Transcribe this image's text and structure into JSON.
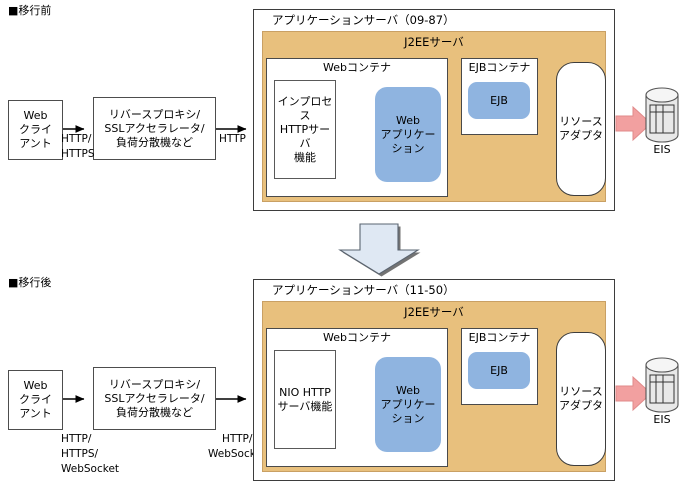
{
  "meta": {
    "colors": {
      "j2ee_orange": "#e8c07d",
      "app_blue": "#8fb4e0",
      "arrow_yellow": "#f2edc8",
      "arrow_pink": "#f2a0a0",
      "migration_arrow": "#dde7f2",
      "line": "#000000"
    }
  },
  "sections": [
    {
      "id": "before",
      "heading": "■移行前",
      "client": {
        "lines": [
          "Web",
          "クライ",
          "アント"
        ]
      },
      "proxy": {
        "lines": [
          "リバースプロキシ/",
          "SSLアクセラレータ/",
          "負荷分散機など"
        ]
      },
      "link_client_proxy": [
        "HTTP/",
        "HTTPS"
      ],
      "link_proxy_server": [
        "HTTP"
      ],
      "server": {
        "title": "アプリケーションサーバ（09-87）",
        "j2ee_title": "J2EEサーバ",
        "web_container_title": "Webコンテナ",
        "http_server": {
          "lines": [
            "インプロセス",
            "HTTPサーバ",
            "機能"
          ]
        },
        "web_app": {
          "lines": [
            "Web",
            "アプリケー",
            "ション"
          ]
        },
        "ejb_container_title": "EJBコンテナ",
        "ejb": {
          "lines": [
            "EJB"
          ]
        },
        "resource_adapter": {
          "lines": [
            "リソース",
            "アダプタ"
          ]
        }
      },
      "eis": {
        "label": "EIS",
        "icon": "database-cylinder-icon"
      }
    },
    {
      "id": "after",
      "heading": "■移行後",
      "client": {
        "lines": [
          "Web",
          "クライ",
          "アント"
        ]
      },
      "proxy": {
        "lines": [
          "リバースプロキシ/",
          "SSLアクセラレータ/",
          "負荷分散機など"
        ]
      },
      "link_client_proxy": [
        "HTTP/",
        "HTTPS/",
        "WebSocket"
      ],
      "link_proxy_server": [
        "HTTP/",
        "WebSocket"
      ],
      "server": {
        "title": "アプリケーションサーバ（11-50）",
        "j2ee_title": "J2EEサーバ",
        "web_container_title": "Webコンテナ",
        "http_server": {
          "lines": [
            "NIO HTTP",
            "サーバ機能"
          ]
        },
        "web_app": {
          "lines": [
            "Web",
            "アプリケー",
            "ション"
          ]
        },
        "ejb_container_title": "EJBコンテナ",
        "ejb": {
          "lines": [
            "EJB"
          ]
        },
        "resource_adapter": {
          "lines": [
            "リソース",
            "アダプタ"
          ]
        }
      },
      "eis": {
        "label": "EIS",
        "icon": "database-cylinder-icon"
      }
    }
  ],
  "migration_arrow": {
    "name": "migration-down-arrow",
    "direction": "down"
  }
}
